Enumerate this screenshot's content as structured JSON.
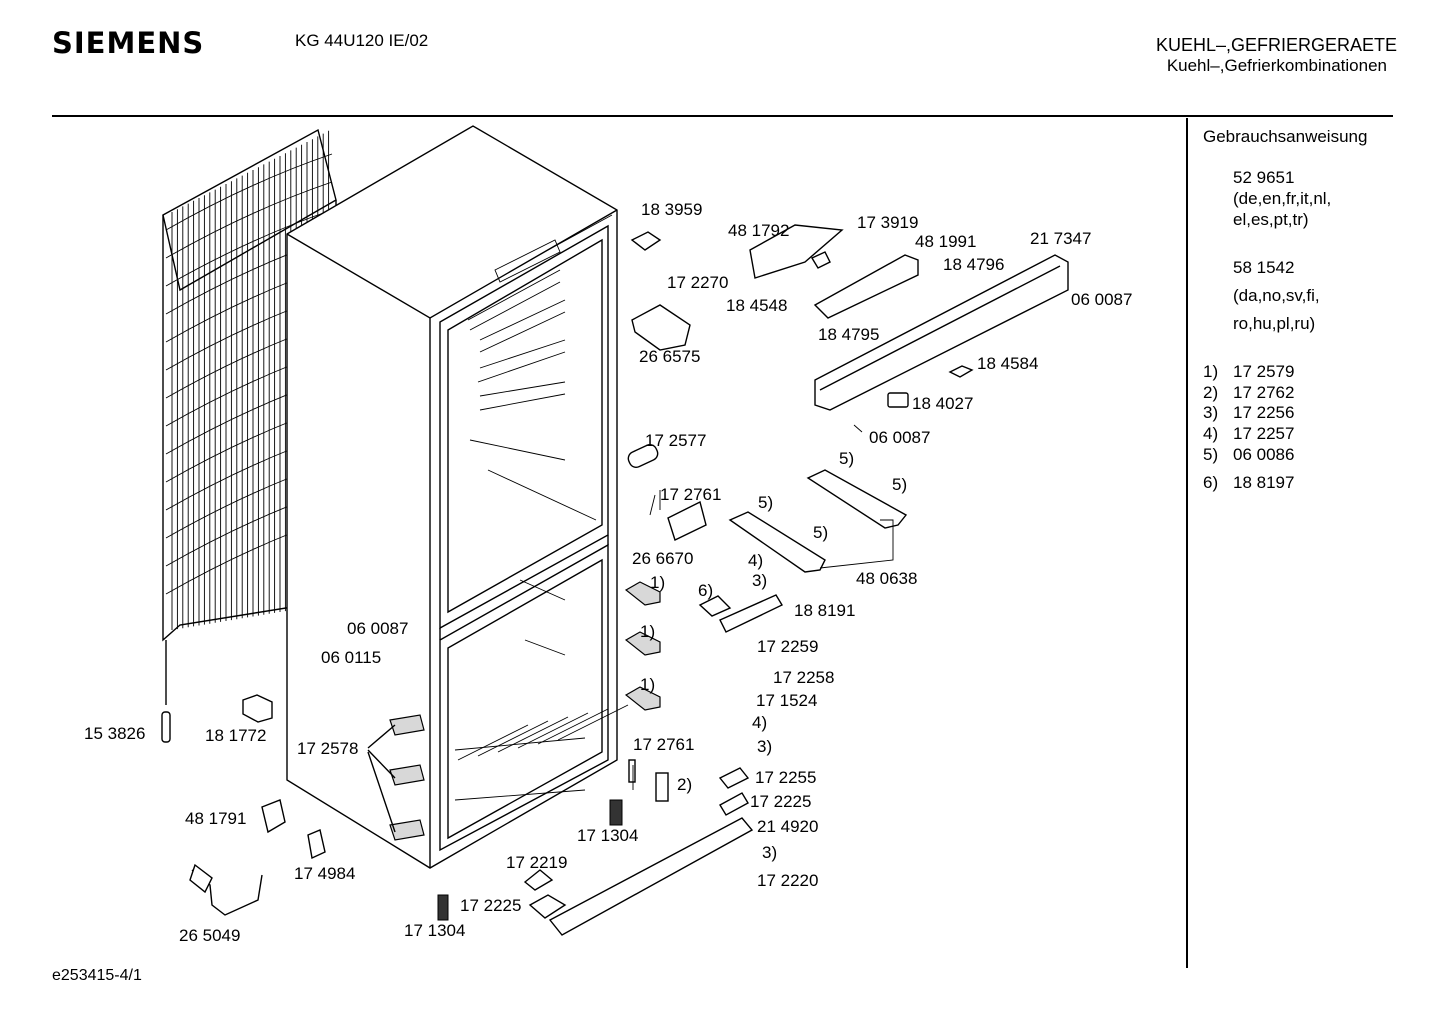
{
  "header": {
    "brand": "SIEMENS",
    "model": "KG 44U120 IE/02",
    "category_line1": "KUEHL–,GEFRIERGERAETE",
    "category_line2": "Kuehl–,Gefrierkombinationen"
  },
  "sidebar": {
    "title": "Gebrauchsanweisung",
    "manual1_number": "52 9651",
    "manual1_langs_a": "(de,en,fr,it,nl,",
    "manual1_langs_b": "el,es,pt,tr)",
    "manual2_number": "58 1542",
    "manual2_langs_a": "(da,no,sv,fi,",
    "manual2_langs_b": "ro,hu,pl,ru)",
    "footnotes": [
      {
        "key": "1)",
        "value": "17 2579"
      },
      {
        "key": "2)",
        "value": "17 2762"
      },
      {
        "key": "3)",
        "value": "17 2256"
      },
      {
        "key": "4)",
        "value": "17 2257"
      },
      {
        "key": "5)",
        "value": "06 0086"
      },
      {
        "key": "6)",
        "value": "18 8197"
      }
    ]
  },
  "part_labels": [
    "18 3959",
    "17 3919",
    "48 1792",
    "48 1991",
    "21 7347",
    "17 2270",
    "18 4796",
    "18 4548",
    "06 0087",
    "18 4795",
    "26 6575",
    "18 4584",
    "18 4027",
    "06 0087",
    "17 2577",
    "5)",
    "5)",
    "17 2761",
    "5)",
    "5)",
    "26 6670",
    "4)",
    "48 0638",
    "1)",
    "3)",
    "6)",
    "18 8191",
    "06 0087",
    "1)",
    "06 0115",
    "17 2259",
    "17 2258",
    "1)",
    "15 3826",
    "18 1772",
    "17 1524",
    "4)",
    "17 2578",
    "17 2761",
    "3)",
    "2)",
    "17 2255",
    "17 2225",
    "48 1791",
    "21 4920",
    "17 1304",
    "3)",
    "17 2219",
    "17 4984",
    "17 2220",
    "17 2225",
    "26 5049",
    "17 1304"
  ],
  "footer": {
    "drawing_id": "e253415-4/1"
  }
}
